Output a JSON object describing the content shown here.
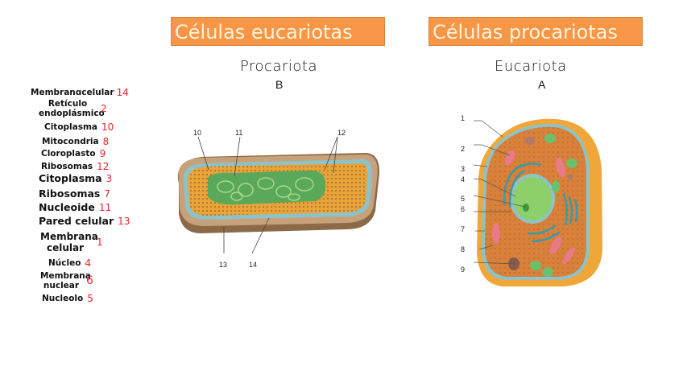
{
  "headers": {
    "left_banner": "Células eucariotas",
    "right_banner": "Células procariotas",
    "left_caption": "Procariota",
    "left_letter": "B",
    "right_caption": "Eucariota",
    "right_letter": "A"
  },
  "legend": [
    {
      "label": "Membranɑcelular",
      "number": "14"
    },
    {
      "label": "Retículo endoplásmico",
      "number": "2"
    },
    {
      "label": "Citoplasma",
      "number": "10"
    },
    {
      "label": "Mitocondria",
      "number": "8"
    },
    {
      "label": "Cloroplasto",
      "number": "9"
    },
    {
      "label": "Ribosomas",
      "number": "12"
    },
    {
      "label": "Citoplasma",
      "number": "3"
    },
    {
      "label": "Ribosomas",
      "number": "7"
    },
    {
      "label": "Nucleoide",
      "number": "11"
    },
    {
      "label": "Pared celular",
      "number": "13"
    },
    {
      "label": "Membrana celular",
      "number": "1"
    },
    {
      "label": "Núcleo",
      "number": "4"
    },
    {
      "label": "Membrana nuclear",
      "number": "6"
    },
    {
      "label": "Nucleolo",
      "number": "5"
    }
  ],
  "prokaryote_diagram": {
    "labels": [
      "10",
      "11",
      "12",
      "13",
      "14"
    ]
  },
  "eukaryote_diagram": {
    "labels": [
      "1",
      "2",
      "3",
      "4",
      "5",
      "6",
      "7",
      "8",
      "9"
    ]
  },
  "colors": {
    "banner": "#f79646",
    "banner_text": "#fff3dc",
    "number_red": "#e8232a",
    "cytoplasm": "#e8a43a",
    "nucleus_green": "#7dc96a",
    "membrane_blue": "#7fbcc4",
    "wall_brown": "#9c7a56"
  }
}
